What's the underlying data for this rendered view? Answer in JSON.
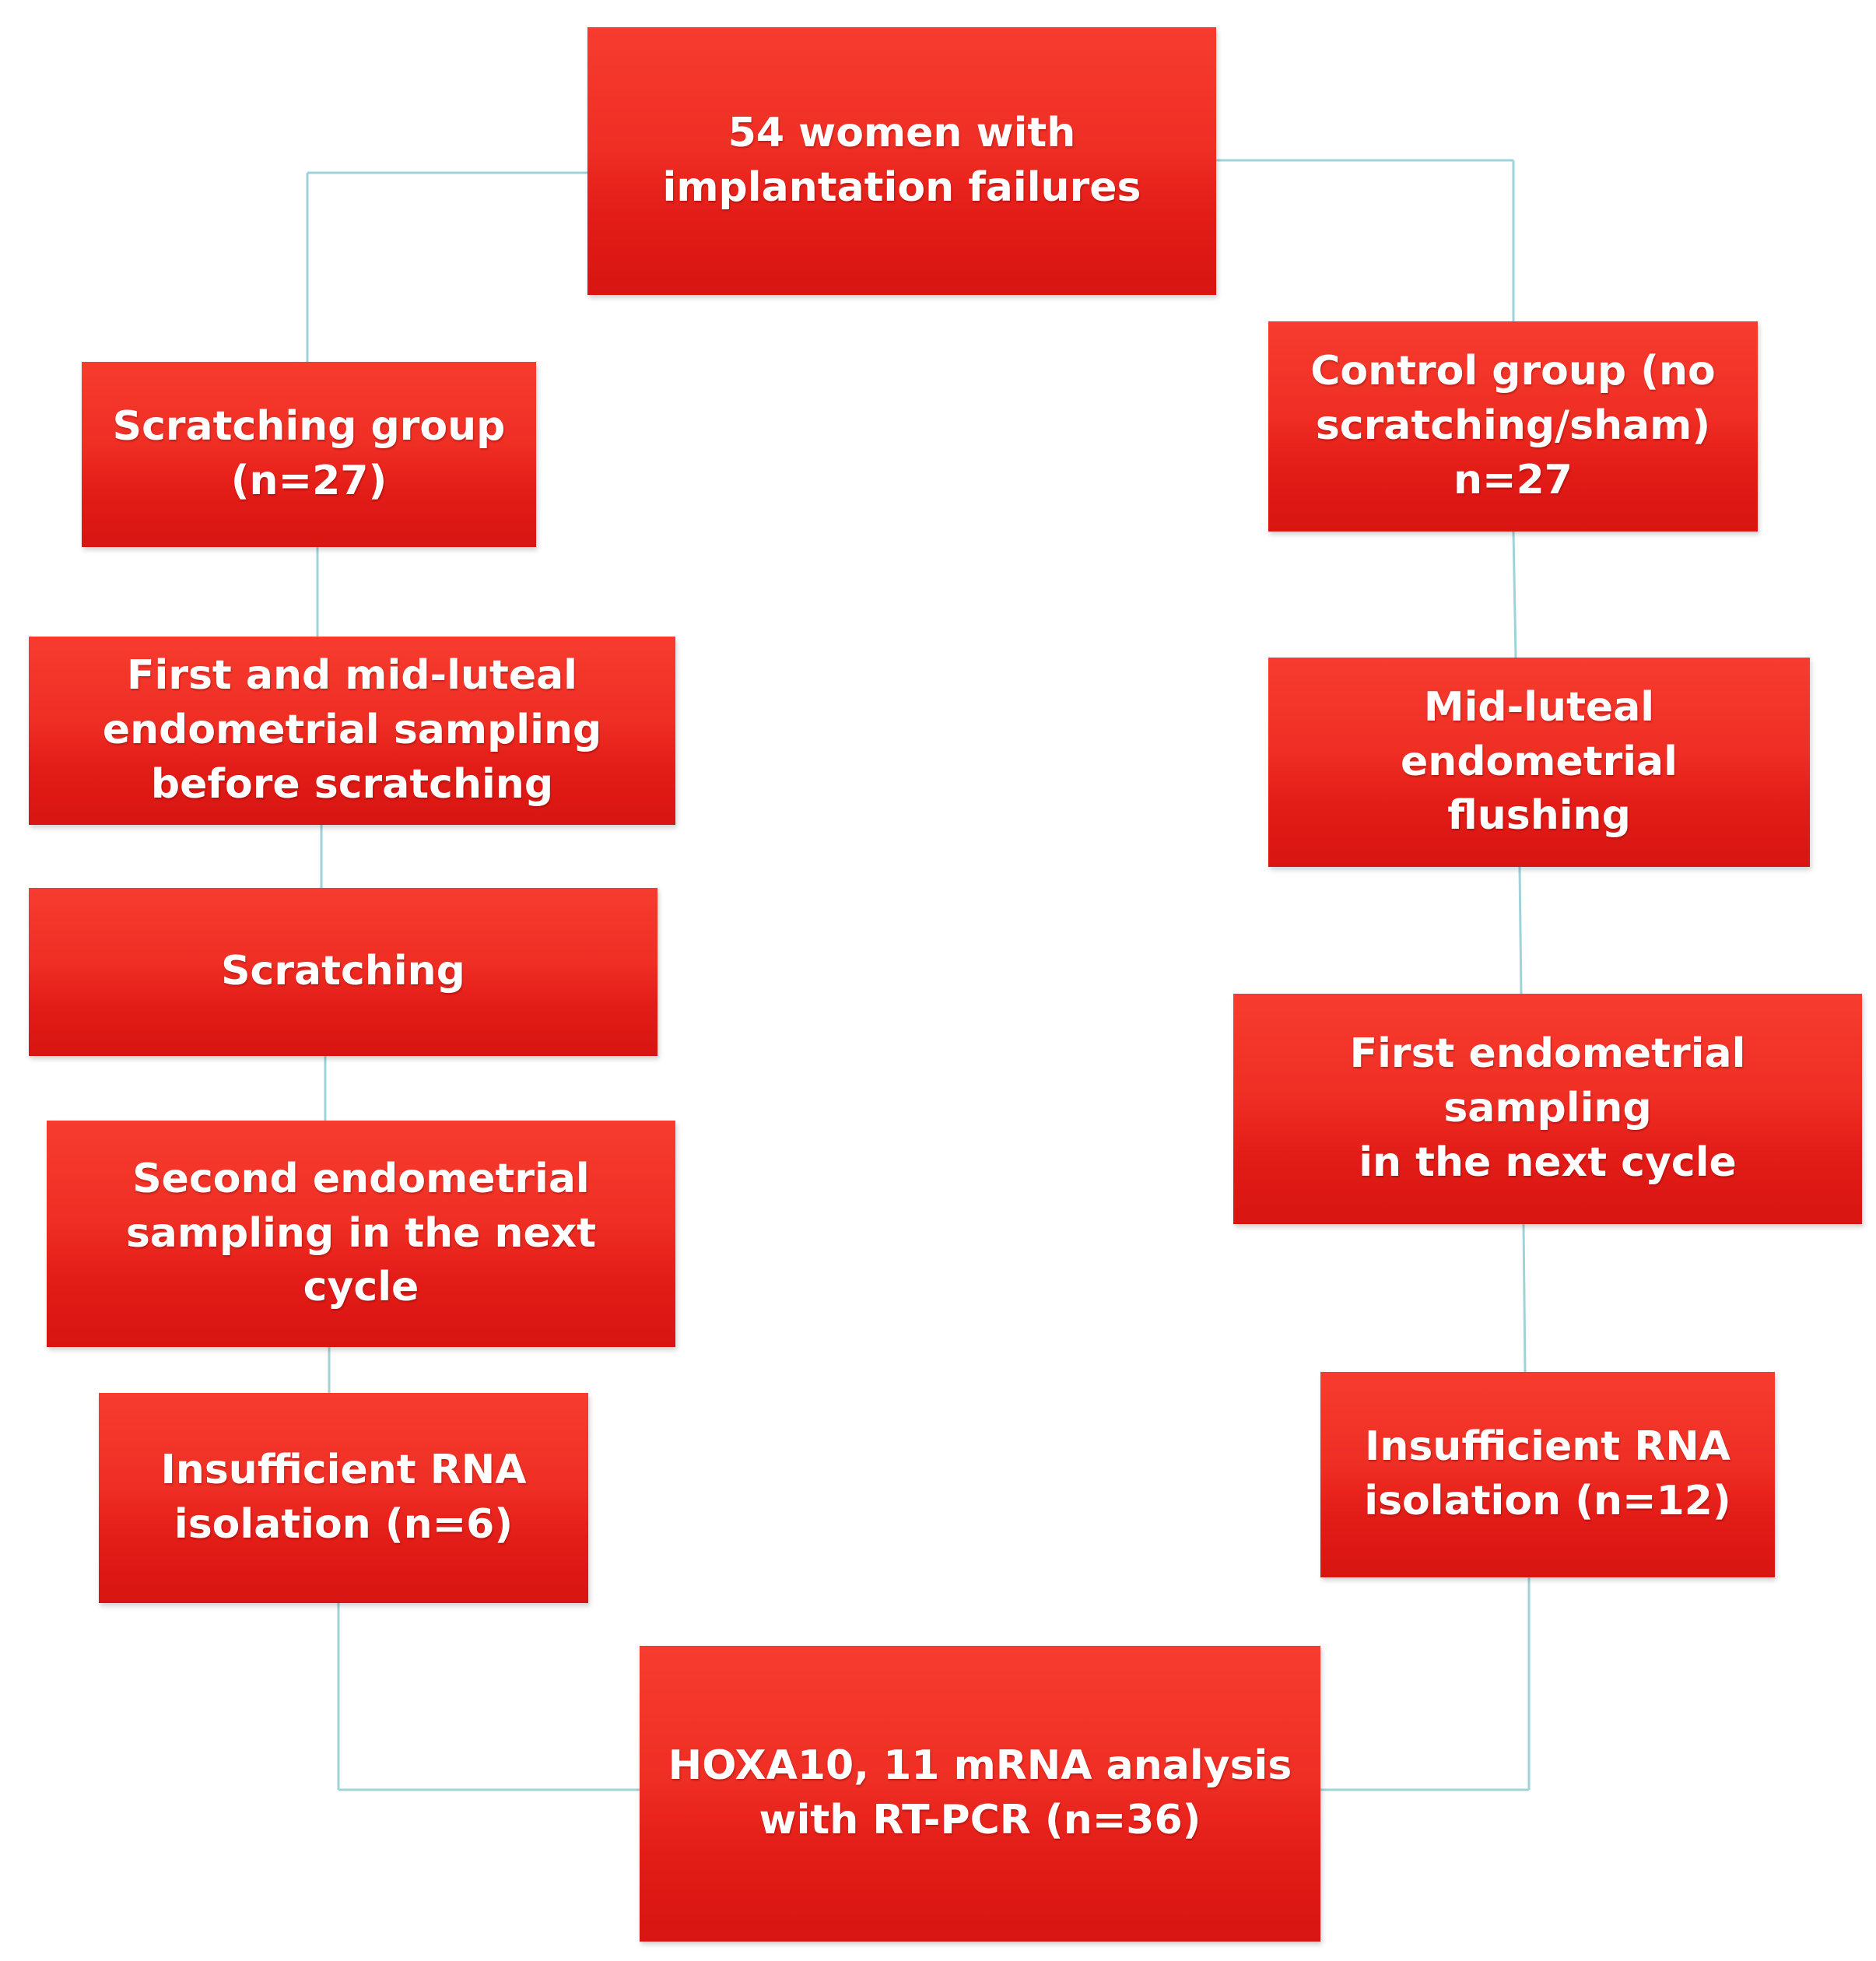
{
  "colors": {
    "box_fill_top": "#f73c2f",
    "box_fill_bottom": "#d81512",
    "box_text": "#ffffff",
    "connector": "#9fd3d9",
    "background": "#ffffff"
  },
  "nodes": {
    "root": {
      "label": "54 women with\nimplantation failures"
    },
    "scratching_group": {
      "label": "Scratching group\n(n=27)"
    },
    "first_midluteal_sampling": {
      "label": "First and mid-luteal\nendometrial sampling\nbefore scratching"
    },
    "scratching": {
      "label": "Scratching"
    },
    "second_sampling": {
      "label": "Second endometrial\nsampling in  the next cycle"
    },
    "insufficient_rna_left": {
      "label": "Insufficient RNA\nisolation (n=6)"
    },
    "control_group": {
      "label": "Control group (no\nscratching/sham)\nn=27"
    },
    "midluteal_flushing": {
      "label": "Mid-luteal endometrial\nflushing"
    },
    "first_sampling_next_cycle": {
      "label": "First endometrial sampling\nin the next cycle"
    },
    "insufficient_rna_right": {
      "label": "Insufficient RNA\nisolation (n=12)"
    },
    "hoxa_analysis": {
      "label": "HOXA10, 11 mRNA analysis\nwith RT-PCR (n=36)"
    }
  }
}
